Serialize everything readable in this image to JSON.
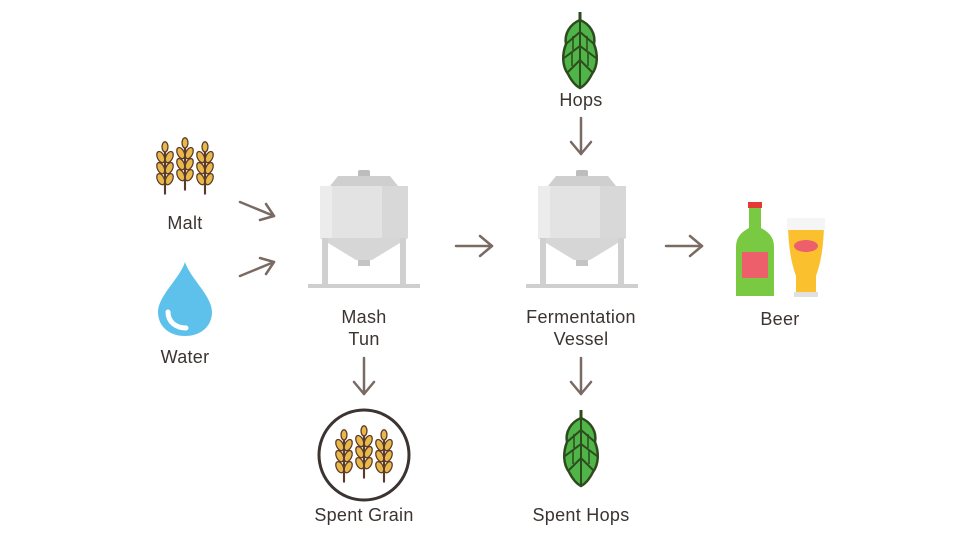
{
  "colors": {
    "arrow": "#7a6a64",
    "text": "#3b3431",
    "grain": "#e8b84a",
    "grain_stroke": "#5a3a2a",
    "water": "#5ec1ec",
    "hop": "#4fb548",
    "tank": "#e3e3e3",
    "bottle": "#7ac943",
    "beer": "#fbc02d"
  },
  "nodes": {
    "malt": {
      "label": "Malt",
      "icon": "wheat-icon"
    },
    "water": {
      "label": "Water",
      "icon": "water-drop-icon"
    },
    "mash_tun": {
      "label_line1": "Mash",
      "label_line2": "Tun",
      "icon": "tank-icon"
    },
    "hops": {
      "label": "Hops",
      "icon": "hop-icon"
    },
    "fermentation_vessel": {
      "label_line1": "Fermentation",
      "label_line2": "Vessel",
      "icon": "tank-icon"
    },
    "beer": {
      "label": "Beer",
      "icon": "beer-bottle-and-glass-icon"
    },
    "spent_grain": {
      "label": "Spent Grain",
      "icon": "wheat-in-circle-icon"
    },
    "spent_hops": {
      "label": "Spent Hops",
      "icon": "hop-icon"
    }
  }
}
